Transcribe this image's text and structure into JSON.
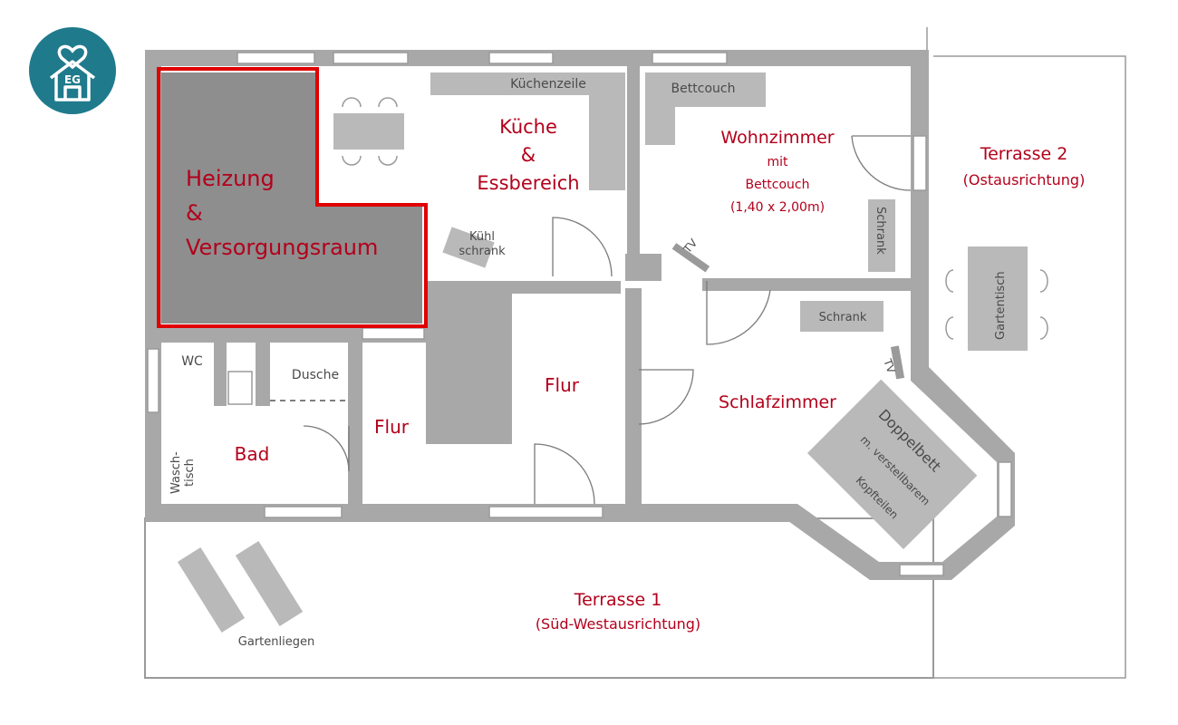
{
  "logo": {
    "text": "EG",
    "color": "#1f7a8c"
  },
  "colors": {
    "wall": "#a8a8a8",
    "label_red": "#b3001b",
    "furniture": "#b9b9b9",
    "highlight": "#e00000"
  },
  "rooms": {
    "heizung": [
      "Heizung",
      "&",
      "Versorgungsraum"
    ],
    "kueche": [
      "Küche",
      "&",
      "Essbereich"
    ],
    "wohnzimmer": [
      "Wohnzimmer",
      "mit",
      "Bettcouch",
      "(1,40 x 2,00m)"
    ],
    "terrasse2": [
      "Terrasse 2",
      "(Ostausrichtung)"
    ],
    "flur_main": "Flur",
    "flur_left": "Flur",
    "bad": "Bad",
    "schlafzimmer": "Schlafzimmer",
    "terrasse1": [
      "Terrasse 1",
      "(Süd-Westausrichtung)"
    ]
  },
  "furniture": {
    "kuechenzeile": "Küchenzeile",
    "bettcouch": "Bettcouch",
    "kuehlschrank": [
      "Kühl",
      "schrank"
    ],
    "tv_living": "TV",
    "schrank_living": "Schrank",
    "schrank_bedroom": "Schrank",
    "tv_bedroom": "TV",
    "gartentisch": "Gartentisch",
    "wc": "WC",
    "dusche": "Dusche",
    "waschtisch": [
      "Wasch-",
      "tisch"
    ],
    "doppelbett": [
      "Doppelbett",
      "m. verstellbarem",
      "Kopfteilen"
    ],
    "gartenliegen": "Gartenliegen"
  }
}
